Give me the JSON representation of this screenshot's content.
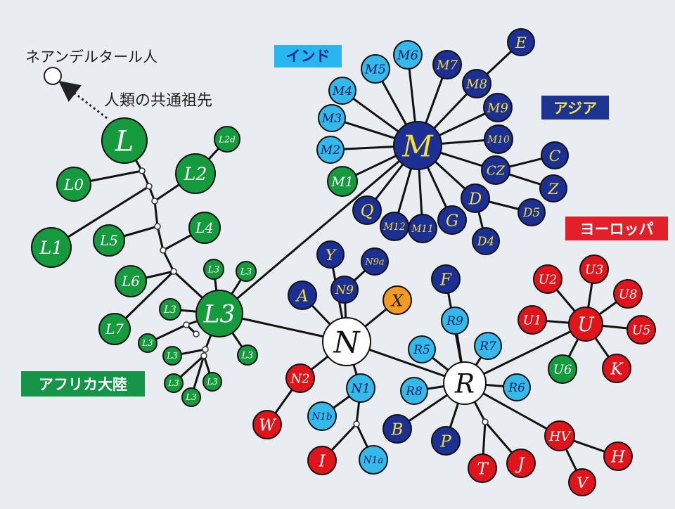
{
  "title": {
    "neanderthal": "ネアンデルタール人",
    "common_ancestor": "人類の共通祖先"
  },
  "regions": [
    {
      "id": "india",
      "label": "インド",
      "bg": "#29b6ee",
      "fg": "#0d2a8a"
    },
    {
      "id": "asia",
      "label": "アジア",
      "bg": "#1d3590",
      "fg": "#f2e04a"
    },
    {
      "id": "europe",
      "label": "ヨーロッパ",
      "bg": "#e3202a",
      "fg": "#ffffff"
    },
    {
      "id": "africa",
      "label": "アフリカ大陸",
      "bg": "#169447",
      "fg": "#ffffff"
    }
  ],
  "colors": {
    "africa": "#169a3e",
    "india": "#35b8ea",
    "asia": "#1c2f93",
    "europe": "#e0141b",
    "orange": "#f29a22",
    "neutral": "#ffffff",
    "edge": "#111111",
    "asia_text": "#f4dd3a"
  },
  "nodes": [
    {
      "id": "L",
      "label": "L"
    },
    {
      "id": "L0",
      "label": "L0"
    },
    {
      "id": "L1",
      "label": "L1"
    },
    {
      "id": "L5",
      "label": "L5"
    },
    {
      "id": "L6",
      "label": "L6"
    },
    {
      "id": "L7",
      "label": "L7"
    },
    {
      "id": "L2",
      "label": "L2"
    },
    {
      "id": "L2d",
      "label": "L2d"
    },
    {
      "id": "L4",
      "label": "L4"
    },
    {
      "id": "L3",
      "label": "L3"
    },
    {
      "id": "L3a",
      "label": "L3"
    },
    {
      "id": "L3b",
      "label": "L3"
    },
    {
      "id": "L3c",
      "label": "L3"
    },
    {
      "id": "L3d",
      "label": "L3"
    },
    {
      "id": "L3e",
      "label": "L3"
    },
    {
      "id": "L3f",
      "label": "L3"
    },
    {
      "id": "L3g",
      "label": "L3"
    },
    {
      "id": "L3h",
      "label": "L3"
    },
    {
      "id": "L3i",
      "label": "L3"
    },
    {
      "id": "M",
      "label": "M"
    },
    {
      "id": "M1",
      "label": "M1"
    },
    {
      "id": "M2",
      "label": "M2"
    },
    {
      "id": "M3",
      "label": "M3"
    },
    {
      "id": "M4",
      "label": "M4"
    },
    {
      "id": "M5",
      "label": "M5"
    },
    {
      "id": "M6",
      "label": "M6"
    },
    {
      "id": "M7",
      "label": "M7"
    },
    {
      "id": "M8",
      "label": "M8"
    },
    {
      "id": "M9",
      "label": "M9"
    },
    {
      "id": "M10",
      "label": "M10"
    },
    {
      "id": "CZ",
      "label": "CZ"
    },
    {
      "id": "C",
      "label": "C"
    },
    {
      "id": "Z",
      "label": "Z"
    },
    {
      "id": "E",
      "label": "E"
    },
    {
      "id": "D",
      "label": "D"
    },
    {
      "id": "D5",
      "label": "D5"
    },
    {
      "id": "D4",
      "label": "D4"
    },
    {
      "id": "G",
      "label": "G"
    },
    {
      "id": "M11",
      "label": "M11"
    },
    {
      "id": "M12",
      "label": "M12"
    },
    {
      "id": "Q",
      "label": "Q"
    },
    {
      "id": "N",
      "label": "N"
    },
    {
      "id": "Y",
      "label": "Y"
    },
    {
      "id": "N9a",
      "label": "N9a"
    },
    {
      "id": "N9",
      "label": "N9"
    },
    {
      "id": "A",
      "label": "A"
    },
    {
      "id": "X",
      "label": "X"
    },
    {
      "id": "N2",
      "label": "N2"
    },
    {
      "id": "W",
      "label": "W"
    },
    {
      "id": "N1",
      "label": "N1"
    },
    {
      "id": "N1b",
      "label": "N1b"
    },
    {
      "id": "I",
      "label": "I"
    },
    {
      "id": "N1a",
      "label": "N1a"
    },
    {
      "id": "R",
      "label": "R"
    },
    {
      "id": "F",
      "label": "F"
    },
    {
      "id": "R9",
      "label": "R9"
    },
    {
      "id": "R5",
      "label": "R5"
    },
    {
      "id": "R7",
      "label": "R7"
    },
    {
      "id": "R8",
      "label": "R8"
    },
    {
      "id": "R6",
      "label": "R6"
    },
    {
      "id": "B",
      "label": "B"
    },
    {
      "id": "P",
      "label": "P"
    },
    {
      "id": "T",
      "label": "T"
    },
    {
      "id": "J",
      "label": "J"
    },
    {
      "id": "HV",
      "label": "HV"
    },
    {
      "id": "H",
      "label": "H"
    },
    {
      "id": "V",
      "label": "V"
    },
    {
      "id": "U",
      "label": "U"
    },
    {
      "id": "U2",
      "label": "U2"
    },
    {
      "id": "U3",
      "label": "U3"
    },
    {
      "id": "U8",
      "label": "U8"
    },
    {
      "id": "U1",
      "label": "U1"
    },
    {
      "id": "U5",
      "label": "U5"
    },
    {
      "id": "U6",
      "label": "U6"
    },
    {
      "id": "K",
      "label": "K"
    }
  ]
}
